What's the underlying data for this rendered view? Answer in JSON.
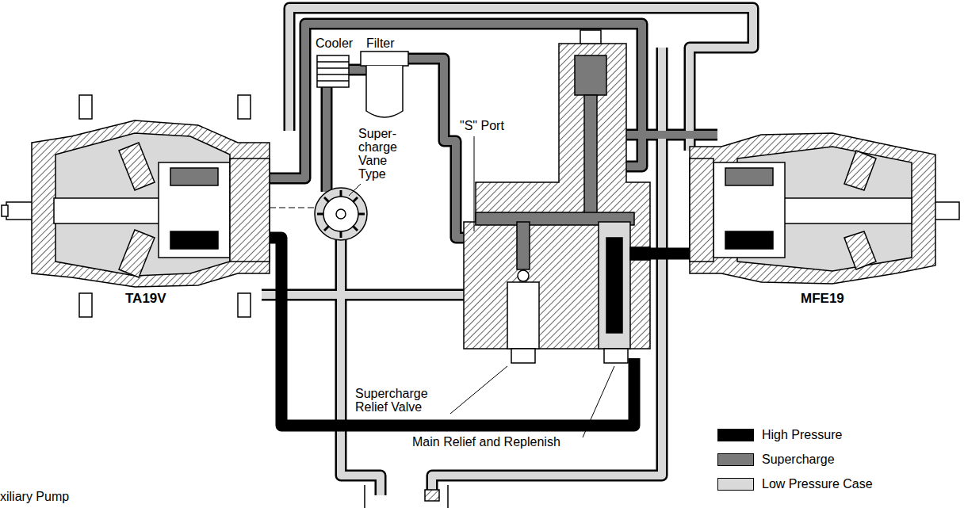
{
  "diagram": {
    "labels": [
      "Cooler",
      "Filter",
      "Super-charge Vane Type",
      "\"S\" Port",
      "TA19V",
      "MFE19",
      "Supercharge Relief Valve",
      "Main Relief and Replenish",
      "xiliary Pump"
    ],
    "legend": [
      {
        "text": "High Pressure",
        "color": "#000000"
      },
      {
        "text": "Supercharge",
        "color": "#7a7a7a"
      },
      {
        "text": "Low Pressure Case",
        "color": "#d9d9d9"
      }
    ]
  }
}
